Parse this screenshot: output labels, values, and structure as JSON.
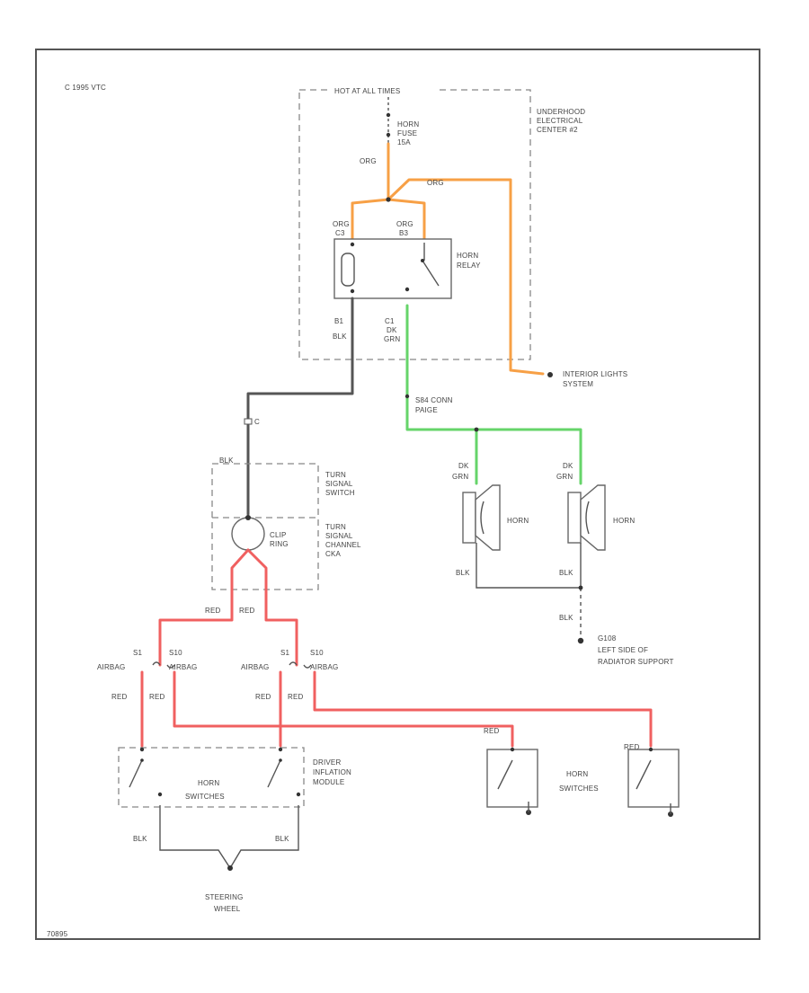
{
  "colors": {
    "orange_wire": "#f7a046",
    "green_wire": "#66d46a",
    "red_wire": "#f06060",
    "black_wire": "#555555"
  },
  "header": {
    "copyright": "C 1995 VTC"
  },
  "footer": {
    "code": "70895"
  },
  "labels": {
    "hot_at_all_times": "HOT AT ALL TIMES",
    "underhood_center": [
      "UNDERHOOD",
      "ELECTRICAL",
      "CENTER #2"
    ],
    "horn_fuse": [
      "HORN",
      "FUSE",
      "15A"
    ],
    "org_fuse_out": "ORG",
    "org_top_branch": "ORG",
    "relay_pin_left": [
      "ORG",
      "C3"
    ],
    "relay_pin_right": [
      "ORG",
      "B3"
    ],
    "horn_relay": [
      "HORN",
      "RELAY"
    ],
    "relay_out_left": [
      "B1",
      "BLK"
    ],
    "relay_out_right": [
      "C1",
      "DK",
      "GRN"
    ],
    "interior_lights": [
      "INTERIOR LIGHTS",
      "SYSTEM"
    ],
    "splice": [
      "S84 CONN",
      "PAIGE"
    ],
    "blk_connector": "C",
    "blk_top_switch": "BLK",
    "turn_signal_switch": [
      "TURN",
      "SIGNAL",
      "SWITCH"
    ],
    "clip_ring": [
      "CLIP",
      "RING"
    ],
    "turn_signal_channel": [
      "TURN",
      "SIGNAL",
      "CHANNEL",
      "CKA"
    ],
    "red_left": "RED",
    "red_right": "RED",
    "airbag_1": [
      "S1",
      "AIRBAG"
    ],
    "airbag_2": [
      "S10",
      "AIRBAG"
    ],
    "airbag_3": [
      "S1",
      "AIRBAG"
    ],
    "airbag_4": [
      "S10",
      "AIRBAG"
    ],
    "red_lower_1": "RED",
    "red_lower_2": "RED",
    "red_lower_3": "RED",
    "red_lower_4": "RED",
    "red_switch_a": "RED",
    "red_switch_b": "RED",
    "horn_left_wire": [
      "DK",
      "GRN"
    ],
    "horn_right_wire": [
      "DK",
      "GRN"
    ],
    "horn_1": "HORN",
    "horn_2": "HORN",
    "blk_horn_1": "BLK",
    "blk_horn_2": "BLK",
    "blk_ground": "BLK",
    "ground": [
      "G108",
      "LEFT SIDE OF",
      "RADIATOR SUPPORT"
    ],
    "horn_switches": [
      "HORN",
      "SWITCHES"
    ],
    "driver_inflation": [
      "DRIVER",
      "INFLATION",
      "MODULE"
    ],
    "horn_switches_right": [
      "HORN",
      "SWITCHES"
    ],
    "blk_steer_left": "BLK",
    "blk_steer_right": "BLK",
    "steering_wheel": [
      "STEERING",
      "WHEEL"
    ]
  }
}
